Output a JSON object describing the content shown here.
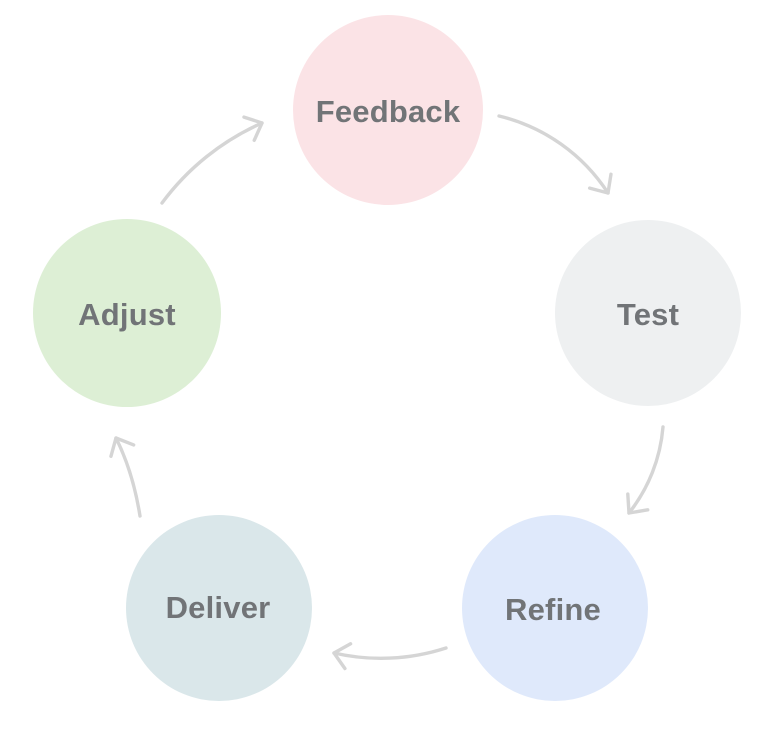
{
  "diagram": {
    "type": "cycle",
    "background": "#ffffff",
    "nodes": [
      {
        "id": "feedback",
        "label": "Feedback",
        "color": "#fbe3e6"
      },
      {
        "id": "test",
        "label": "Test",
        "color": "#eef0f1"
      },
      {
        "id": "refine",
        "label": "Refine",
        "color": "#dfe9fb"
      },
      {
        "id": "deliver",
        "label": "Deliver",
        "color": "#dae7ea"
      },
      {
        "id": "adjust",
        "label": "Adjust",
        "color": "#ddefd5"
      }
    ],
    "edges": [
      {
        "from": "Feedback",
        "to": "Test"
      },
      {
        "from": "Test",
        "to": "Refine"
      },
      {
        "from": "Refine",
        "to": "Deliver"
      },
      {
        "from": "Deliver",
        "to": "Adjust"
      },
      {
        "from": "Adjust",
        "to": "Feedback"
      }
    ],
    "flow_order": [
      "Feedback",
      "Test",
      "Refine",
      "Deliver",
      "Adjust"
    ],
    "colors": {
      "arrow": "#d5d5d5",
      "label_text": "#717477"
    }
  }
}
